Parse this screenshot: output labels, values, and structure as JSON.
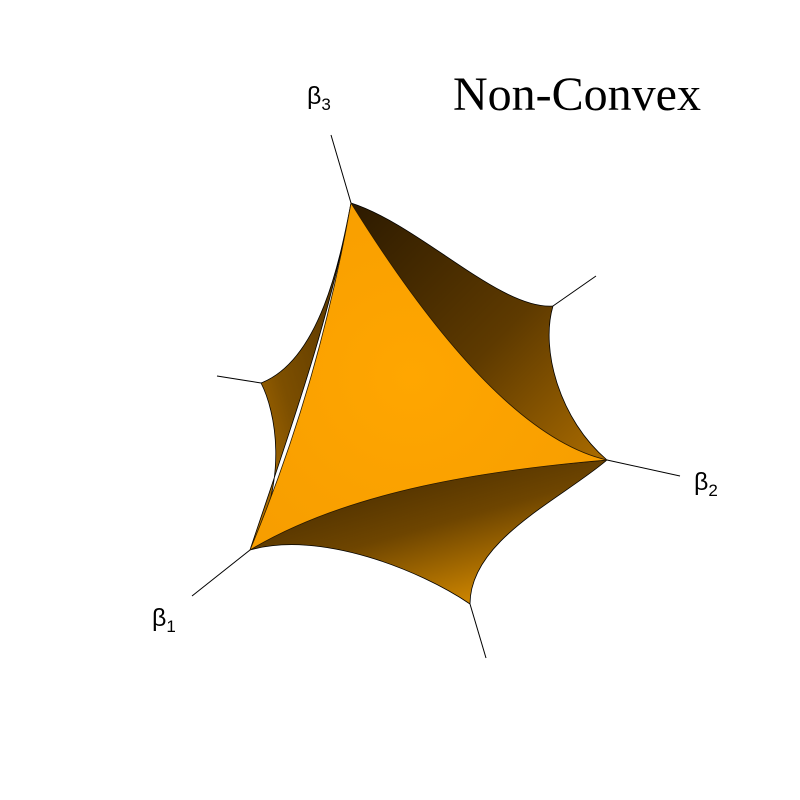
{
  "title": "Non-Convex",
  "axes": [
    {
      "symbol": "β",
      "subscript": "1"
    },
    {
      "symbol": "β",
      "subscript": "2"
    },
    {
      "symbol": "β",
      "subscript": "3"
    }
  ],
  "colors": {
    "face_light": "#ffa500",
    "face_mid": "#b87400",
    "face_dark": "#3a2300",
    "axis_line": "#000000",
    "background": "#ffffff"
  }
}
